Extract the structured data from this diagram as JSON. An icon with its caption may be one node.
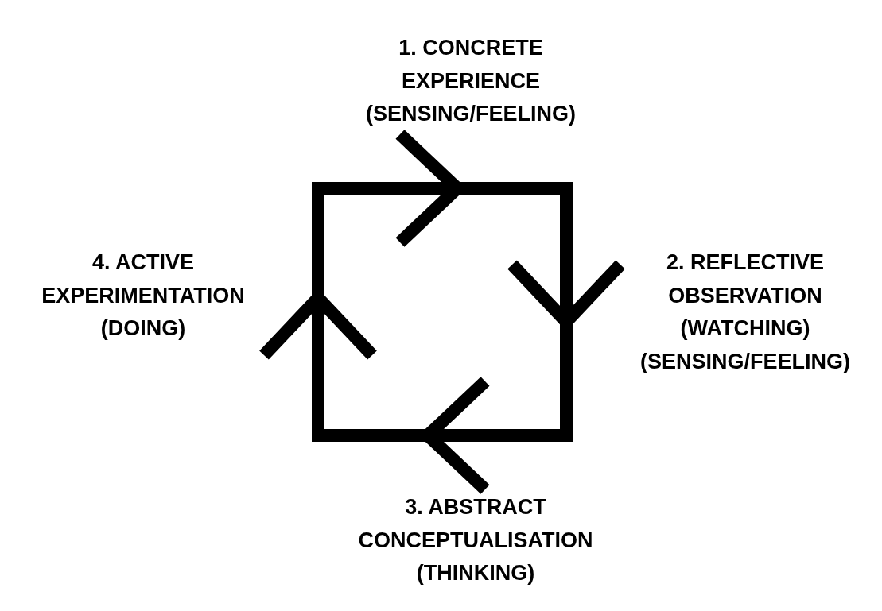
{
  "diagram": {
    "nodes": [
      {
        "text": [
          "1. CONCRETE EXPERIENCE (SENSING/FEELING)"
        ]
      },
      {
        "text": [
          "2. REFLECTIVE OBSERVATION (WATCHING) (SENSING/FEELING)"
        ]
      },
      {
        "text": [
          "3. ABSTRACT CONCEPTUALISATION (THINKING)"
        ]
      },
      {
        "text": [
          "4. ACTIVE EXPERIMENTATION (DOING)"
        ]
      }
    ]
  }
}
